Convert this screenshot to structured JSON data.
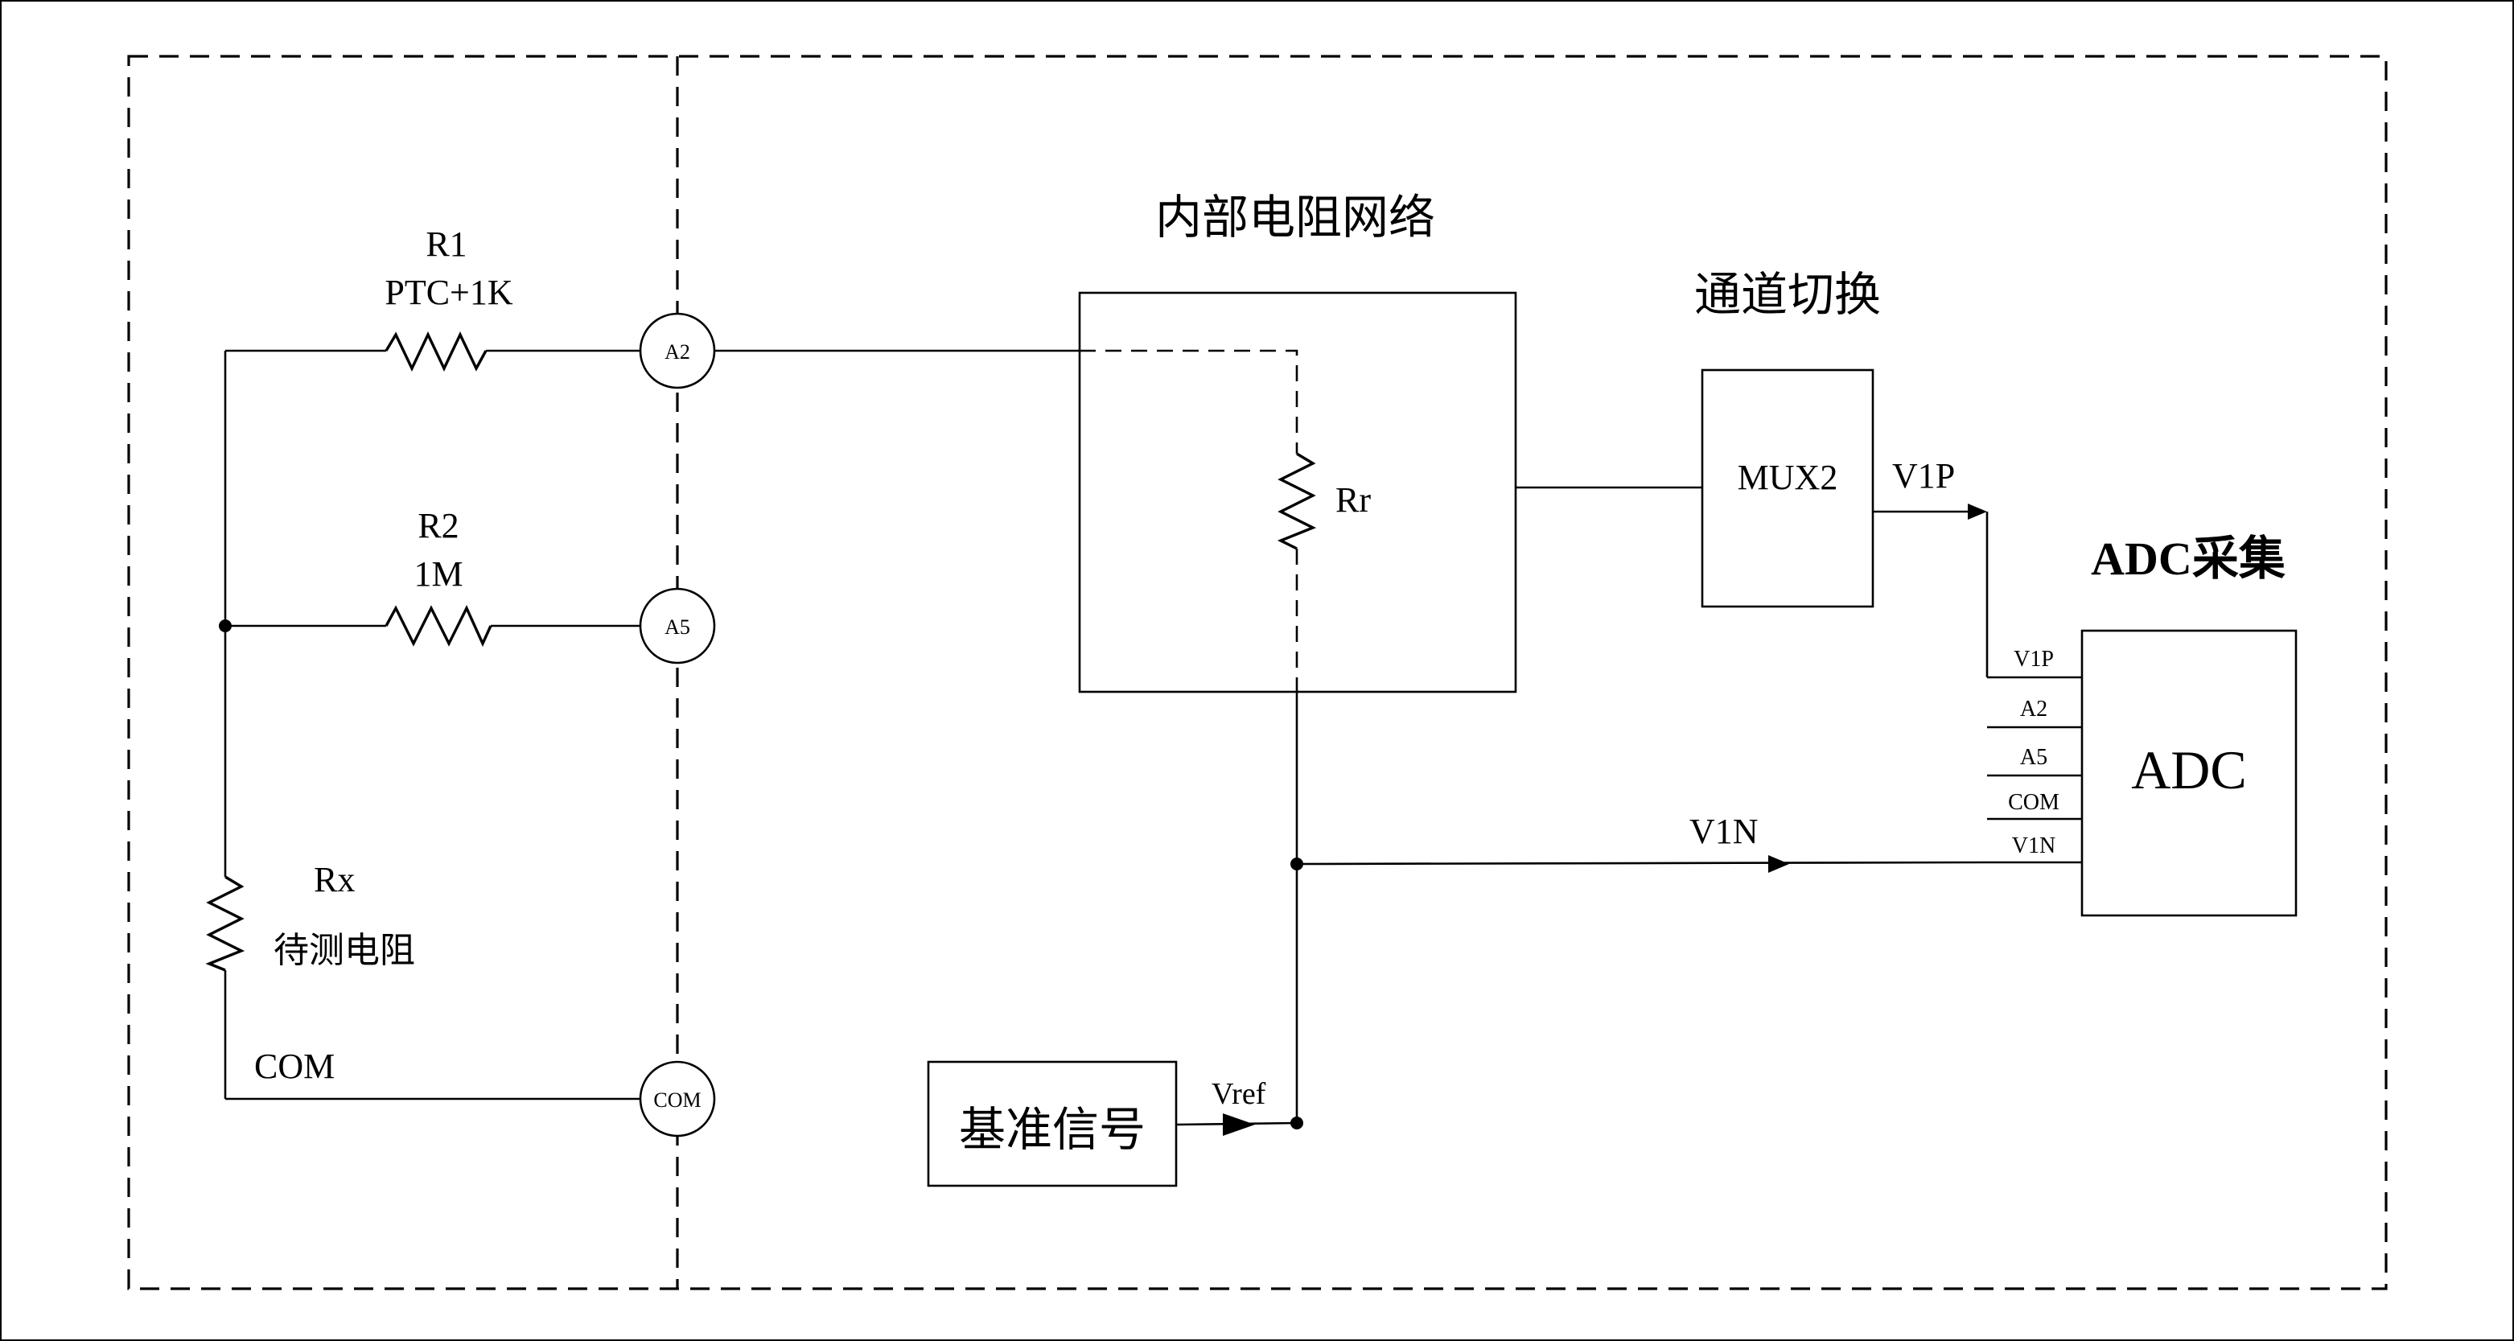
{
  "left": {
    "r1": {
      "name": "R1",
      "value": "PTC+1K"
    },
    "r2": {
      "name": "R2",
      "value": "1M"
    },
    "rx": {
      "name": "Rx",
      "desc": "待测电阻"
    },
    "com_wire_label": "COM",
    "terminals": {
      "a2": "A2",
      "a5": "A5",
      "com": "COM"
    }
  },
  "internal": {
    "title": "内部电阻网络",
    "rr_label": "Rr"
  },
  "mux": {
    "title": "通道切换",
    "label": "MUX2",
    "out_label": "V1P"
  },
  "adc": {
    "title": "ADC采集",
    "label": "ADC",
    "pins": [
      "V1P",
      "A2",
      "A5",
      "COM",
      "V1N"
    ]
  },
  "v1n_label": "V1N",
  "reference": {
    "label": "基准信号",
    "vref_label": "Vref"
  }
}
